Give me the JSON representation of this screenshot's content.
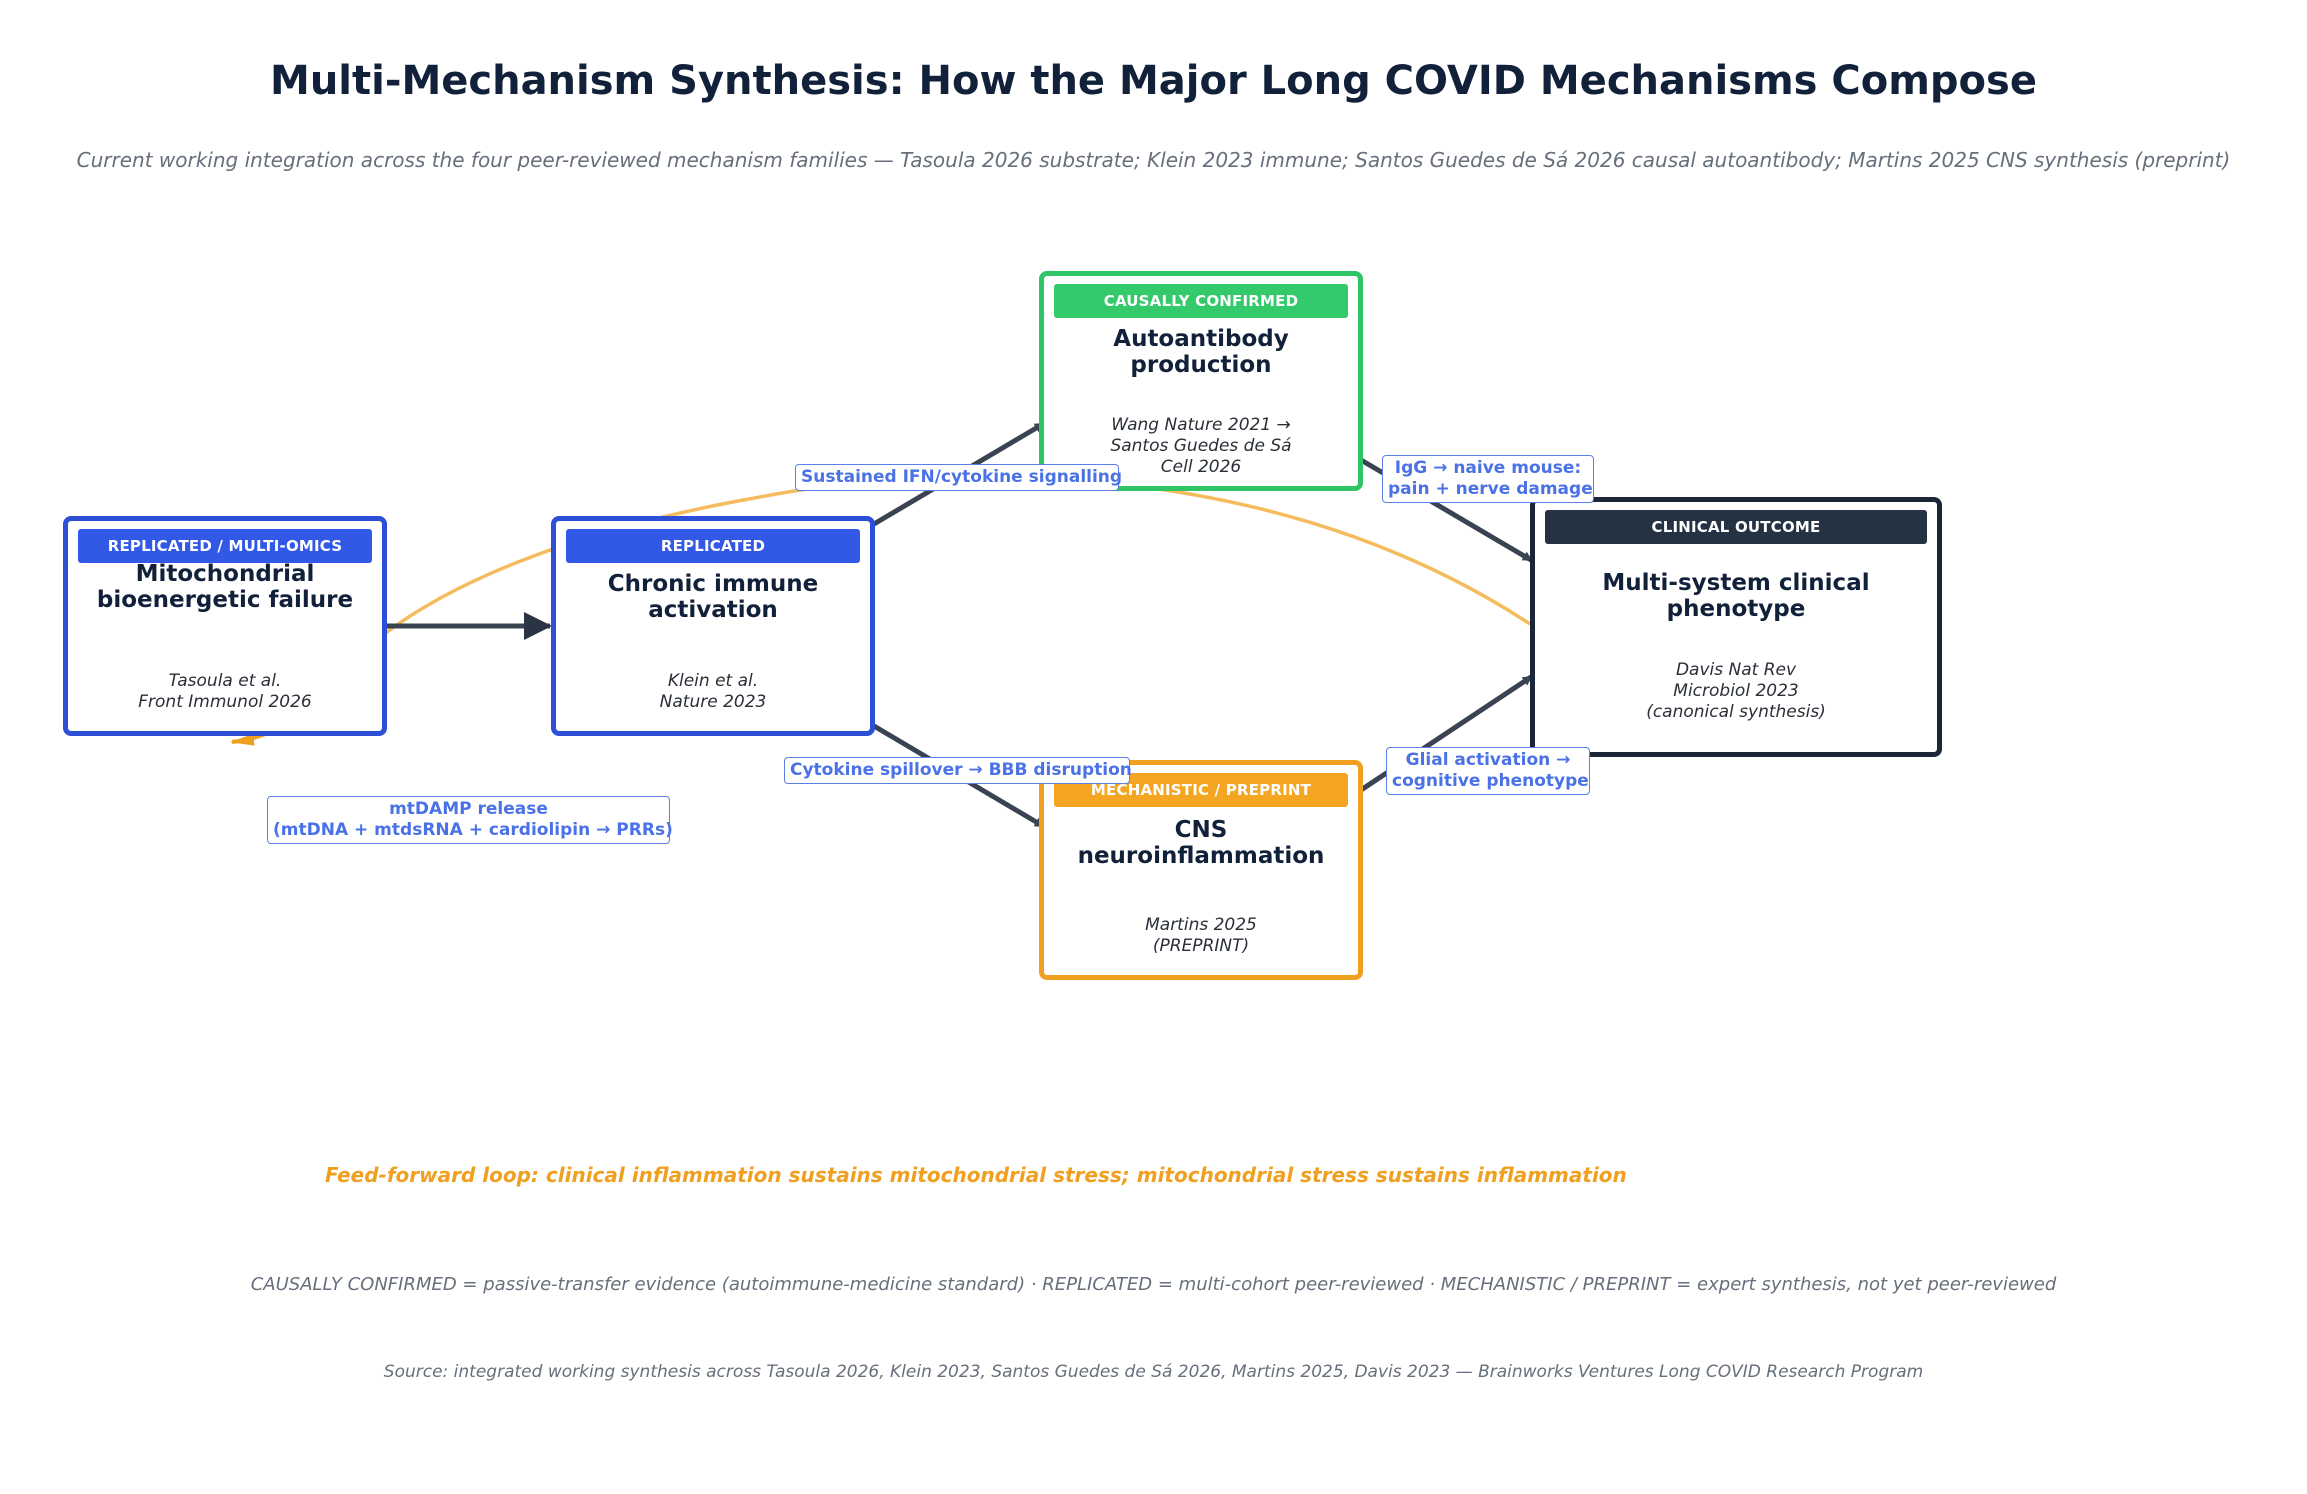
{
  "header": {
    "title": "Multi-Mechanism Synthesis: How the Major Long COVID Mechanisms Compose",
    "subtitle": "Current working integration across the four peer-reviewed mechanism families — Tasoula 2026 substrate; Klein 2023 immune; Santos Guedes de Sá 2026 causal autoantibody; Martins 2025 CNS synthesis (preprint)"
  },
  "colors": {
    "replicated": "#2d4fd6",
    "causal": "#2fc466",
    "preprint": "#f0a020",
    "outcome": "#1b2738",
    "edge": "#3a4352",
    "label": "#4a72e6"
  },
  "nodes": {
    "mito": {
      "badge": "REPLICATED / MULTI-OMICS",
      "title": "Mitochondrial bioenergetic failure",
      "cite_1": "Tasoula et al.",
      "cite_2": "Front Immunol 2026"
    },
    "immune": {
      "badge": "REPLICATED",
      "title": "Chronic immune activation",
      "cite_1": "Klein et al.",
      "cite_2": "Nature 2023"
    },
    "auto": {
      "badge": "CAUSALLY CONFIRMED",
      "title": "Autoantibody production",
      "cite_1": "Wang Nature 2021 →",
      "cite_2": "Santos Guedes de Sá",
      "cite_3": "Cell 2026"
    },
    "cns": {
      "badge": "MECHANISTIC / PREPRINT",
      "title": "CNS neuroinflammation",
      "cite_1": "Martins 2025",
      "cite_2": "(PREPRINT)"
    },
    "outcome": {
      "badge": "CLINICAL OUTCOME",
      "title": "Multi-system clinical phenotype",
      "cite_1": "Davis Nat Rev",
      "cite_2": "Microbiol 2023",
      "cite_3": "(canonical synthesis)"
    }
  },
  "edges": {
    "ifn": "Sustained IFN/cytokine signalling",
    "bbb": "Cytokine spillover → BBB disruption",
    "igg_1": "IgG → naive mouse:",
    "igg_2": "pain + nerve damage",
    "glial_1": "Glial activation →",
    "glial_2": "cognitive phenotype",
    "mtdamp_1": "mtDAMP release",
    "mtdamp_2": "(mtDNA + mtdsRNA + cardiolipin → PRRs)"
  },
  "footer": {
    "loop_note": "Feed-forward loop: clinical inflammation sustains mitochondrial stress; mitochondrial stress sustains inflammation",
    "legend": "CAUSALLY CONFIRMED = passive-transfer evidence (autoimmune-medicine standard)   ·   REPLICATED = multi-cohort peer-reviewed   ·   MECHANISTIC / PREPRINT = expert synthesis, not yet peer-reviewed",
    "source": "Source: integrated working synthesis across Tasoula 2026, Klein 2023, Santos Guedes de Sá 2026, Martins 2025, Davis 2023 — Brainworks Ventures Long COVID Research Program"
  }
}
